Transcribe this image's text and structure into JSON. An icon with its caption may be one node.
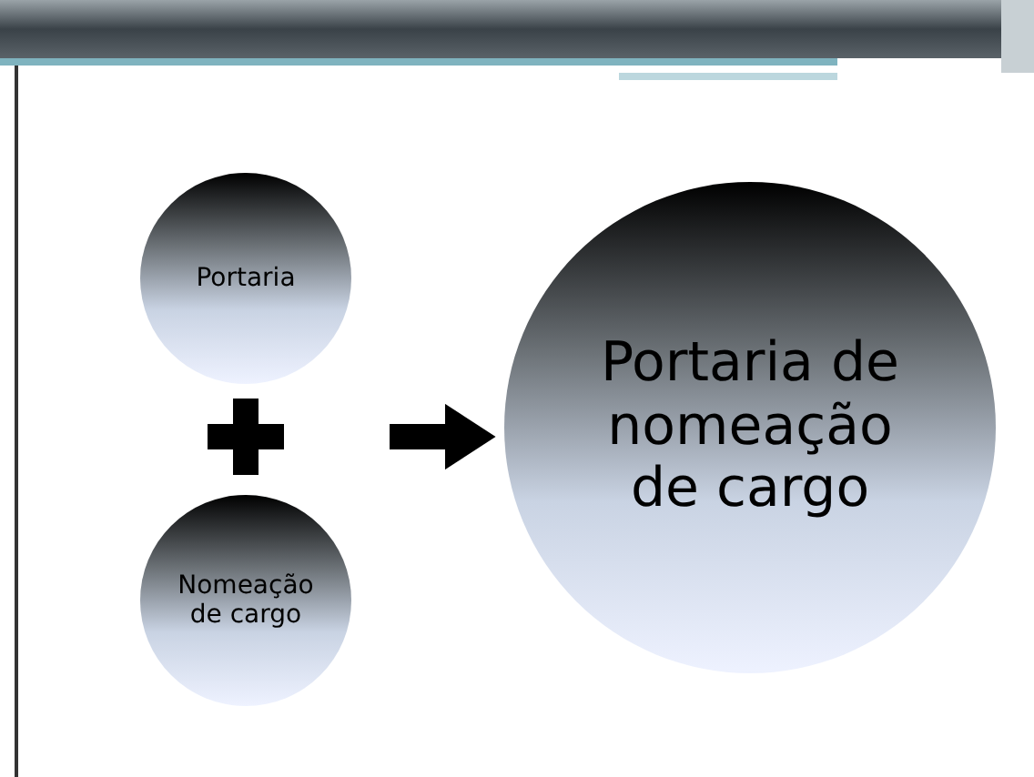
{
  "diagram": {
    "nodes": [
      {
        "text": [
          "Portaria"
        ]
      },
      {
        "text": [
          "Nomeação de cargo"
        ]
      },
      {
        "text": [
          "Portaria de nomeação de cargo"
        ]
      }
    ],
    "edges": [
      {
        "from": null,
        "to": 2,
        "arrow": "to"
      }
    ]
  }
}
